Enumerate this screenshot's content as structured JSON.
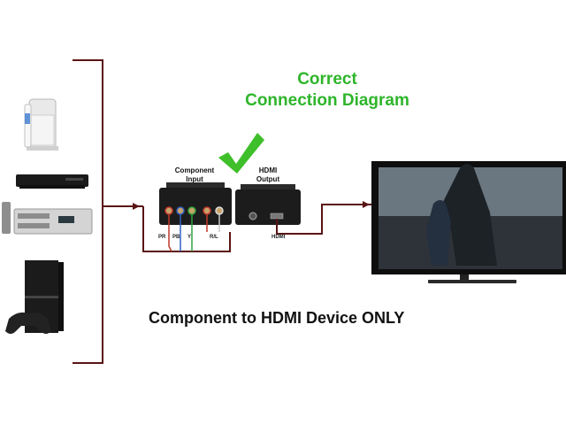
{
  "diagram": {
    "title_line1": "Correct",
    "title_line2": "Connection Diagram",
    "footer": "Component to HDMI Device ONLY",
    "input_label_line1": "Component",
    "input_label_line2": "Input",
    "output_label_line1": "HDMI",
    "output_label_line2": "Output",
    "port_labels": {
      "pr": "PR",
      "pb": "PB",
      "y": "Y",
      "rl": "R/L",
      "hdmi": "HDMI"
    },
    "check_color": "#3fbf2a",
    "title_color": "#2eb52a",
    "wire_color": "#5a1414"
  }
}
